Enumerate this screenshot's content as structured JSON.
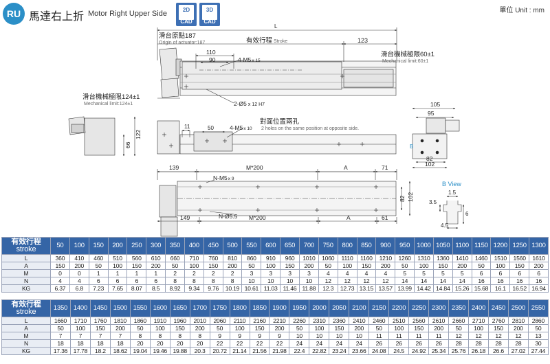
{
  "header": {
    "badge": "RU",
    "title_cn": "馬達右上折",
    "title_en": "Motor Right Upper Side",
    "cad_2d": "2D",
    "cad_3d": "3D",
    "cad_label": "CAD",
    "unit": "單位 Unit : mm"
  },
  "drawing": {
    "dim_L": "L",
    "origin_cn": "滑台原點187",
    "origin_en": "Origin of actuator:187",
    "stroke_cn": "有效行程",
    "stroke_en": "Stroke",
    "dim_123": "123",
    "mech_right_cn": "滑台機械極限60±1",
    "mech_right_en": "Mechanical limit:60±1",
    "dim_110": "110",
    "dim_90": "90",
    "hole_m5_15": "4-M5",
    "hole_m5_15_depth": "x 15",
    "mech_left_cn": "滑台機械極限124±1",
    "mech_left_en": "Mechanical limit:124±1",
    "pin_hole": "2-Ø5",
    "pin_hole_depth": "x 12 H7",
    "dim_11": "11",
    "dim_50": "50",
    "hole_m5_10": "4-M5",
    "hole_m5_10_depth": "x 10",
    "opp_cn": "對面位置兩孔",
    "opp_en": "2 holes on the same position at opposite side.",
    "dim_122": "122",
    "dim_66": "66",
    "dim_105": "105",
    "dim_95": "95",
    "dim_82": "82",
    "dim_102": "102",
    "mark_B": "B",
    "dim_139": "139",
    "dim_M200_top": "M*200",
    "dim_A_top": "A",
    "dim_71": "71",
    "hole_nm5": "N-M5",
    "hole_nm5_depth": "x 9",
    "dim_82_plan": "82",
    "dim_102_plan": "102",
    "dim_149": "149",
    "hole_nd55": "N-Ø5.5",
    "dim_M200_bot": "M*200",
    "dim_A_bot": "A",
    "dim_61": "61",
    "bview_title": "B View",
    "bview_15": "1.5",
    "bview_35": "3.5",
    "bview_45": "4.5",
    "bview_6": "6"
  },
  "table1": {
    "head_label_cn": "有效行程",
    "head_label_en": "stroke",
    "strokes": [
      "50",
      "100",
      "150",
      "200",
      "250",
      "300",
      "350",
      "400",
      "450",
      "500",
      "550",
      "600",
      "650",
      "700",
      "750",
      "800",
      "850",
      "900",
      "950",
      "1000",
      "1050",
      "1100",
      "1150",
      "1200",
      "1250",
      "1300"
    ],
    "rows": [
      {
        "label": "L",
        "values": [
          "360",
          "410",
          "460",
          "510",
          "560",
          "610",
          "660",
          "710",
          "760",
          "810",
          "860",
          "910",
          "960",
          "1010",
          "1060",
          "1110",
          "1160",
          "1210",
          "1260",
          "1310",
          "1360",
          "1410",
          "1460",
          "1510",
          "1560",
          "1610"
        ]
      },
      {
        "label": "A",
        "values": [
          "150",
          "200",
          "50",
          "100",
          "150",
          "200",
          "50",
          "100",
          "150",
          "200",
          "50",
          "100",
          "150",
          "200",
          "50",
          "100",
          "150",
          "200",
          "50",
          "100",
          "150",
          "200",
          "50",
          "100",
          "150",
          "200"
        ]
      },
      {
        "label": "M",
        "values": [
          "0",
          "0",
          "1",
          "1",
          "1",
          "1",
          "2",
          "2",
          "2",
          "2",
          "3",
          "3",
          "3",
          "3",
          "4",
          "4",
          "4",
          "4",
          "5",
          "5",
          "5",
          "5",
          "6",
          "6",
          "6",
          "6"
        ]
      },
      {
        "label": "N",
        "values": [
          "4",
          "4",
          "6",
          "6",
          "6",
          "6",
          "8",
          "8",
          "8",
          "8",
          "10",
          "10",
          "10",
          "10",
          "12",
          "12",
          "12",
          "12",
          "14",
          "14",
          "14",
          "14",
          "16",
          "16",
          "16",
          "16"
        ]
      },
      {
        "label": "KG",
        "values": [
          "6.37",
          "6.8",
          "7.23",
          "7.65",
          "8.07",
          "8.5",
          "8.92",
          "9.34",
          "9.76",
          "10.19",
          "10.61",
          "11.03",
          "11.46",
          "11.88",
          "12.3",
          "12.73",
          "13.15",
          "13.57",
          "13.99",
          "14.42",
          "14.84",
          "15.26",
          "15.68",
          "16.1",
          "16.52",
          "16.94"
        ]
      }
    ]
  },
  "table2": {
    "head_label_cn": "有效行程",
    "head_label_en": "stroke",
    "strokes": [
      "1350",
      "1400",
      "1450",
      "1500",
      "1550",
      "1600",
      "1650",
      "1700",
      "1750",
      "1800",
      "1850",
      "1900",
      "1950",
      "2000",
      "2050",
      "2100",
      "2150",
      "2200",
      "2250",
      "2300",
      "2350",
      "2400",
      "2450",
      "2500",
      "2550"
    ],
    "rows": [
      {
        "label": "L",
        "values": [
          "1660",
          "1710",
          "1760",
          "1810",
          "1860",
          "1910",
          "1960",
          "2010",
          "2060",
          "2110",
          "2160",
          "2210",
          "2260",
          "2310",
          "2360",
          "2410",
          "2460",
          "2510",
          "2560",
          "2610",
          "2660",
          "2710",
          "2760",
          "2810",
          "2860"
        ]
      },
      {
        "label": "A",
        "values": [
          "50",
          "100",
          "150",
          "200",
          "50",
          "100",
          "150",
          "200",
          "50",
          "100",
          "150",
          "200",
          "50",
          "100",
          "150",
          "200",
          "50",
          "100",
          "150",
          "200",
          "50",
          "100",
          "150",
          "200",
          "50"
        ]
      },
      {
        "label": "M",
        "values": [
          "7",
          "7",
          "7",
          "7",
          "8",
          "8",
          "8",
          "8",
          "9",
          "9",
          "9",
          "9",
          "10",
          "10",
          "10",
          "10",
          "11",
          "11",
          "11",
          "11",
          "12",
          "12",
          "12",
          "12",
          "13"
        ]
      },
      {
        "label": "N",
        "values": [
          "18",
          "18",
          "18",
          "18",
          "20",
          "20",
          "20",
          "20",
          "22",
          "22",
          "22",
          "22",
          "24",
          "24",
          "24",
          "24",
          "26",
          "26",
          "26",
          "26",
          "28",
          "28",
          "28",
          "28",
          "30"
        ]
      },
      {
        "label": "KG",
        "values": [
          "17.36",
          "17.78",
          "18.2",
          "18.62",
          "19.04",
          "19.46",
          "19.88",
          "20.3",
          "20.72",
          "21.14",
          "21.56",
          "21.98",
          "22.4",
          "22.82",
          "23.24",
          "23.66",
          "24.08",
          "24.5",
          "24.92",
          "25.34",
          "25.76",
          "26.18",
          "26.6",
          "27.02",
          "27.44"
        ]
      }
    ]
  }
}
